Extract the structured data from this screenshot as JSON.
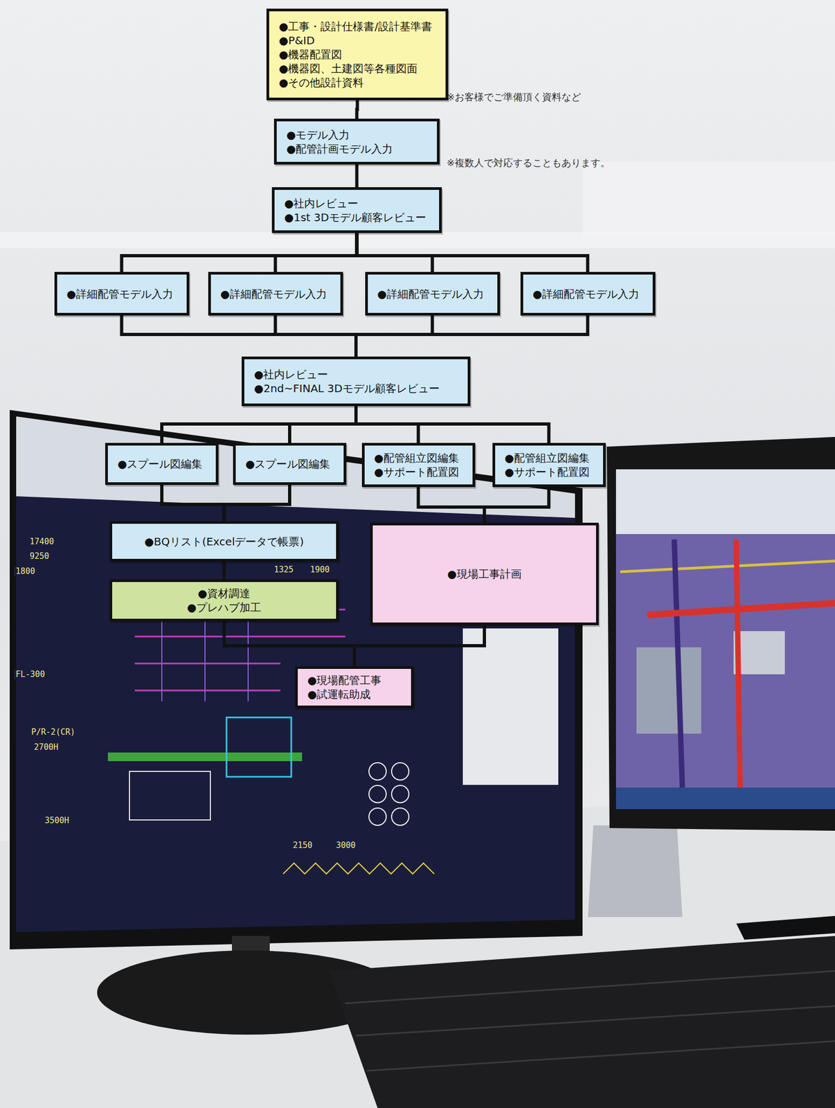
{
  "diagram": {
    "nodes": [
      {
        "text": [
          "●工事・設計仕様書/設計基準書",
          "●P&ID",
          "●機器配置図",
          "●機器図、土建図等各種図面",
          "●その他設計資料"
        ]
      },
      {
        "text": [
          "●モデル入力",
          "●配管計画モデル入力"
        ]
      },
      {
        "text": [
          "●社内レビュー",
          "●1st 3Dモデル顧客レビュー"
        ]
      },
      {
        "text": [
          "●詳細配管モデル入力"
        ]
      },
      {
        "text": [
          "●詳細配管モデル入力"
        ]
      },
      {
        "text": [
          "●詳細配管モデル入力"
        ]
      },
      {
        "text": [
          "●詳細配管モデル入力"
        ]
      },
      {
        "text": [
          "●社内レビュー",
          "●2nd~FINAL 3Dモデル顧客レビュー"
        ]
      },
      {
        "text": [
          "●スプール図編集"
        ]
      },
      {
        "text": [
          "●スプール図編集"
        ]
      },
      {
        "text": [
          "●配管組立図編集",
          "●サポート配置図"
        ]
      },
      {
        "text": [
          "●配管組立図編集",
          "●サポート配置図"
        ]
      },
      {
        "text": [
          "●BQリスト(Excelデータで帳票)"
        ]
      },
      {
        "text": [
          "●現場工事計画"
        ]
      },
      {
        "text": [
          "●資材調達",
          "●プレハブ加工"
        ]
      },
      {
        "text": [
          "●現場配管工事",
          "●試運転助成"
        ]
      }
    ],
    "edges": [
      {
        "from": 0,
        "to": 1,
        "arrow": "none"
      },
      {
        "from": 1,
        "to": 2,
        "arrow": "none"
      },
      {
        "from": 2,
        "to": 3,
        "arrow": "none"
      },
      {
        "from": 2,
        "to": 4,
        "arrow": "none"
      },
      {
        "from": 2,
        "to": 5,
        "arrow": "none"
      },
      {
        "from": 2,
        "to": 6,
        "arrow": "none"
      },
      {
        "from": 3,
        "to": 7,
        "arrow": "none"
      },
      {
        "from": 4,
        "to": 7,
        "arrow": "none"
      },
      {
        "from": 5,
        "to": 7,
        "arrow": "none"
      },
      {
        "from": 6,
        "to": 7,
        "arrow": "none"
      },
      {
        "from": 7,
        "to": 8,
        "arrow": "none"
      },
      {
        "from": 7,
        "to": 9,
        "arrow": "none"
      },
      {
        "from": 7,
        "to": 10,
        "arrow": "none"
      },
      {
        "from": 7,
        "to": 11,
        "arrow": "none"
      },
      {
        "from": 8,
        "to": 12,
        "arrow": "none"
      },
      {
        "from": 9,
        "to": 12,
        "arrow": "none"
      },
      {
        "from": 10,
        "to": 13,
        "arrow": "none"
      },
      {
        "from": 11,
        "to": 13,
        "arrow": "none"
      },
      {
        "from": 12,
        "to": 14,
        "arrow": "none"
      },
      {
        "from": 14,
        "to": 15,
        "arrow": "none"
      },
      {
        "from": 13,
        "to": 15,
        "arrow": "none"
      }
    ],
    "labels": [
      "※お客様でご準備頂く資料など",
      "※複数人で対応することもあります。",
      "17400",
      "9250",
      "1800",
      "FL-300",
      "1325",
      "1900",
      "P/R-2(CR)",
      "2700H",
      "3500H",
      "2150",
      "3000"
    ]
  }
}
